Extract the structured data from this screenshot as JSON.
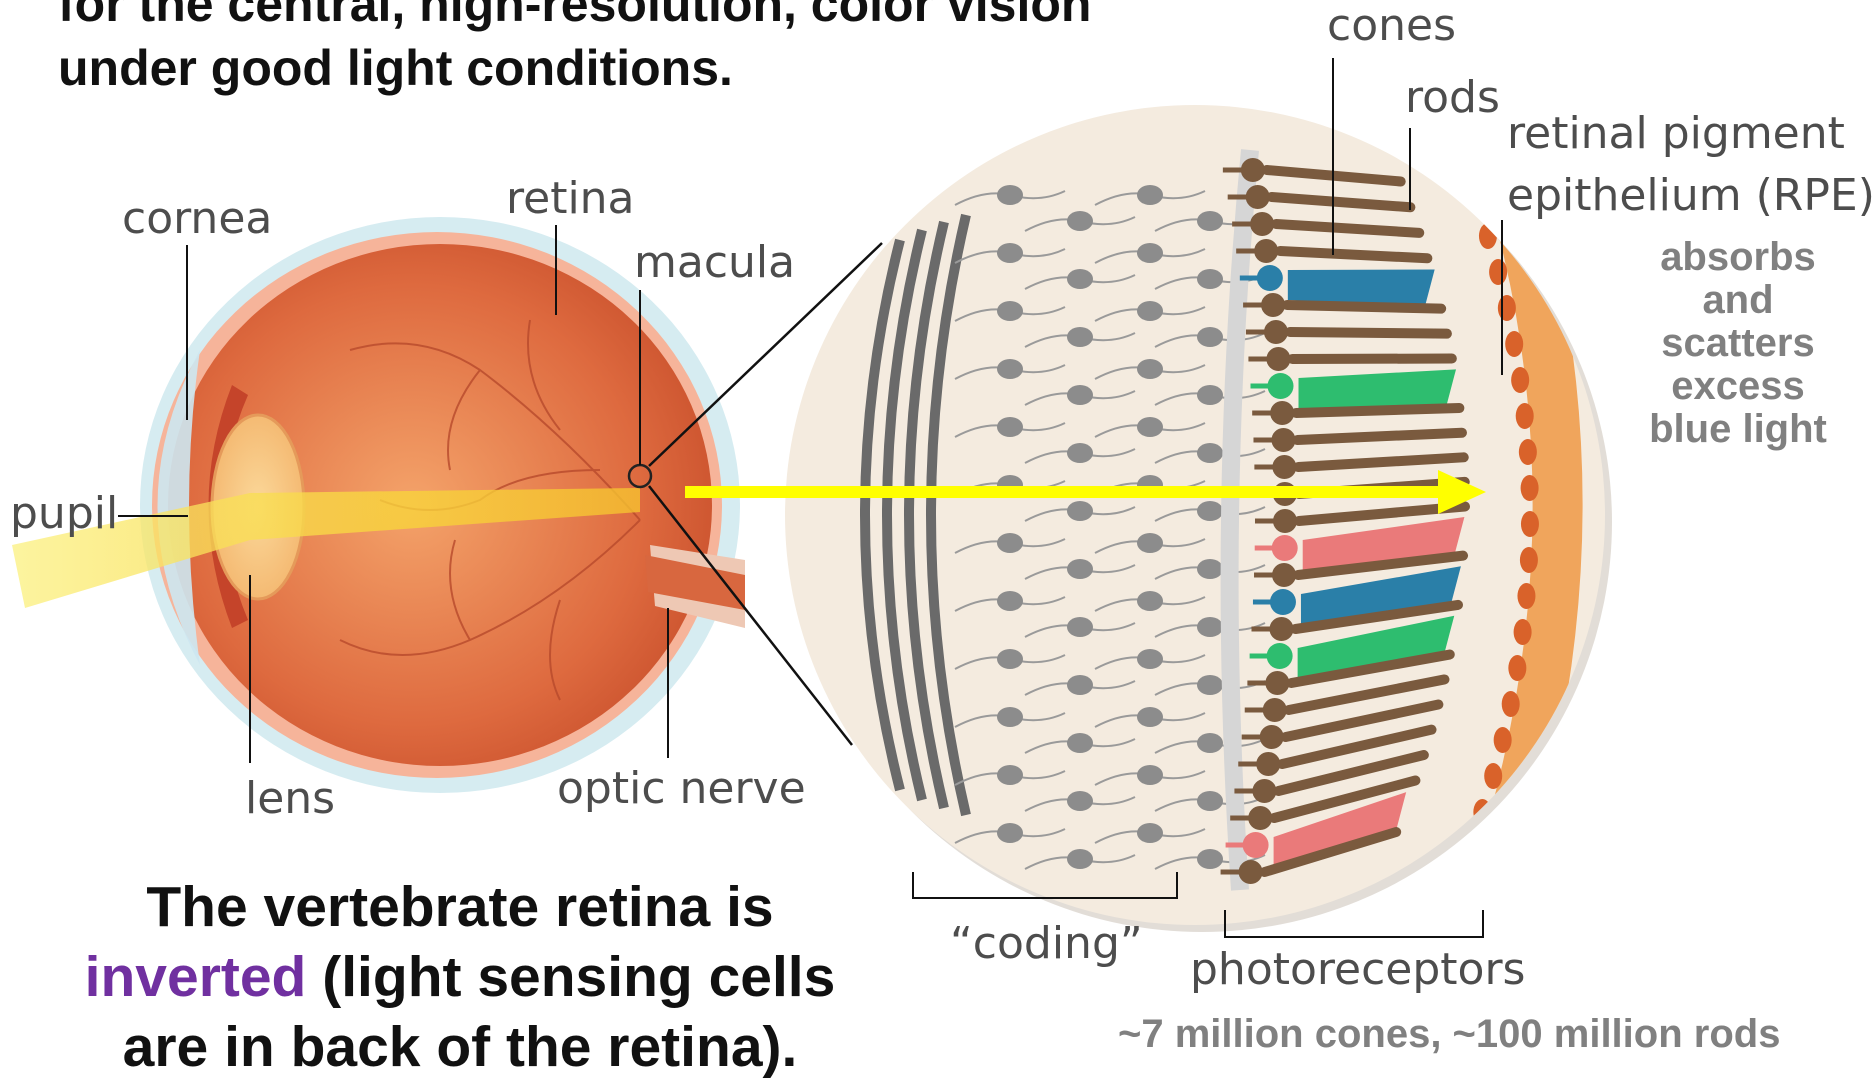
{
  "heading": {
    "line1": "for the central, high-resolution, color vision",
    "line2": "under good light conditions."
  },
  "eye_labels": {
    "cornea": "cornea",
    "retina": "retina",
    "macula": "macula",
    "pupil": "pupil",
    "lens": "lens",
    "optic_nerve": "optic nerve"
  },
  "zoom_labels": {
    "cones": "cones",
    "rods": "rods",
    "rpe_line1": "retinal pigment",
    "rpe_line2": "epithelium (RPE)",
    "rpe_note": [
      "absorbs",
      "and",
      "scatters",
      "excess",
      "blue light"
    ],
    "coding": "“coding”",
    "photoreceptors": "photoreceptors",
    "counts": "~7 million cones, ~100 million rods"
  },
  "caption": {
    "part1": "The vertebrate retina is",
    "inverted": "inverted",
    "part2": " (light sensing cells",
    "part3": "are in back of the retina)."
  },
  "colors": {
    "eye": "#d9633f",
    "light": "#f7e64a",
    "arrow": "#ffff00",
    "blue_cone": "#2a7fa8",
    "green_cone": "#2ebd6f",
    "red_cone": "#ea7a7a",
    "rod": "#7a5a3e",
    "inverted_text": "#7030a0"
  }
}
